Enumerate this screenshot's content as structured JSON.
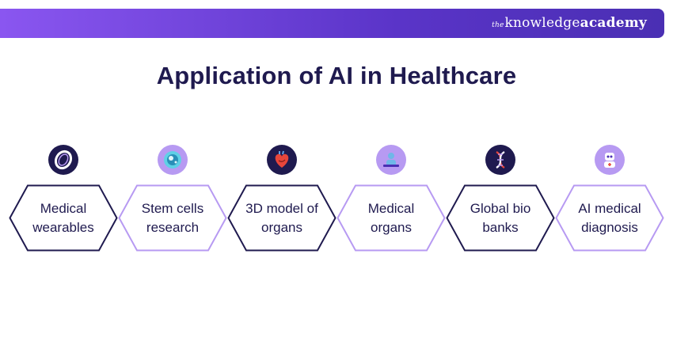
{
  "brand": {
    "prefix": "the",
    "knowledge": "knowledge",
    "academy": "academy"
  },
  "title": "Application of AI in Healthcare",
  "colors": {
    "dark": "#1f1a4f",
    "light": "#b79af2",
    "banner_start": "#8a56f0",
    "banner_end": "#4a2fb3"
  },
  "steps": [
    {
      "label": "Medical wearables",
      "icon": "smart-ring-icon",
      "style": "dark"
    },
    {
      "label": "Stem cells research",
      "icon": "stem-cell-icon",
      "style": "light"
    },
    {
      "label": "3D model of organs",
      "icon": "heart-model-icon",
      "style": "dark"
    },
    {
      "label": "Medical organs",
      "icon": "surgery-icon",
      "style": "light"
    },
    {
      "label": "Global bio banks",
      "icon": "dna-icon",
      "style": "dark"
    },
    {
      "label": "AI medical diagnosis",
      "icon": "robot-doctor-icon",
      "style": "light"
    }
  ]
}
